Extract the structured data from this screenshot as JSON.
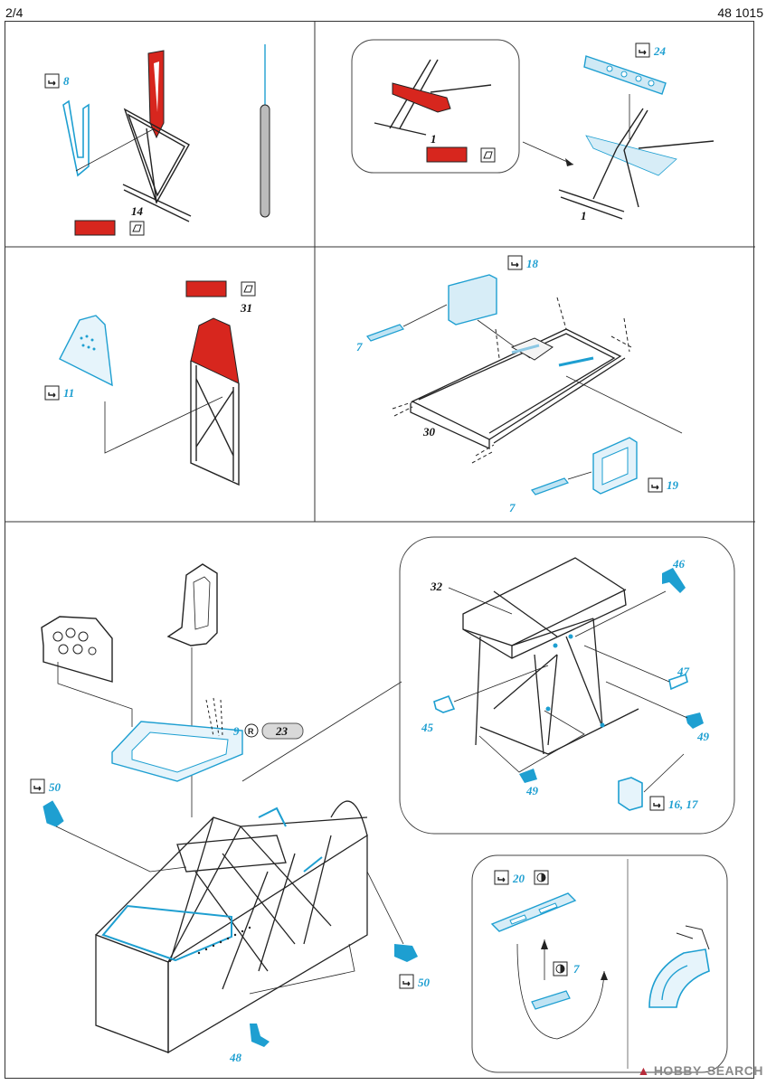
{
  "header": {
    "page": "2/4",
    "code": "48 1015"
  },
  "labels": {
    "p8": "8",
    "p14": "14",
    "p1a": "1",
    "p24": "24",
    "p1b": "1",
    "p31": "31",
    "p11": "11",
    "p18": "18",
    "p7a": "7",
    "p30": "30",
    "p7b": "7",
    "p19": "19",
    "p46": "46",
    "p32": "32",
    "p47": "47",
    "p45": "45",
    "p49a": "49",
    "p49b": "49",
    "p1617": "16, 17",
    "p9": "9",
    "p23": "23",
    "p50a": "50",
    "p50b": "50",
    "p48": "48",
    "p20": "20",
    "p7c": "7"
  },
  "colors": {
    "etch_blue": "#1e9fd1",
    "paint_red": "#d7261e",
    "line": "#222222",
    "box": "#888888"
  },
  "icons": [
    "check-icon",
    "fold-icon",
    "paint-swatch",
    "circle-r-icon",
    "half-circle-icon"
  ],
  "watermark": {
    "name": "HOBBY",
    "suffix": "SEARCH"
  }
}
